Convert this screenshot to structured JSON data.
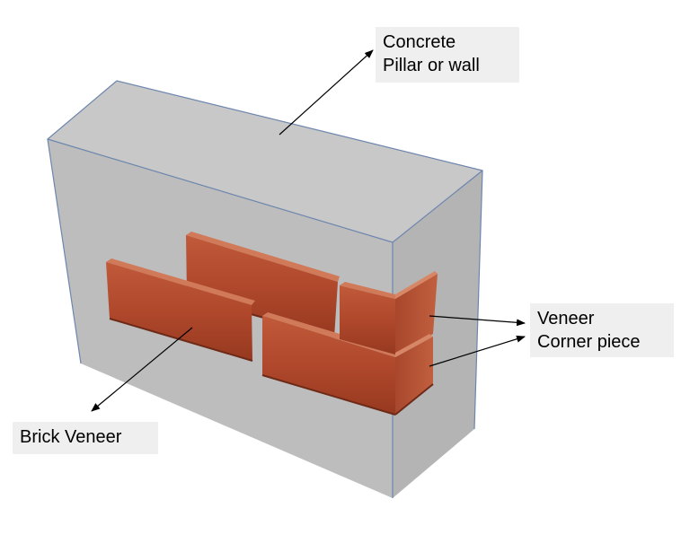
{
  "labels": {
    "concrete": {
      "line1": "Concrete",
      "line2": "Pillar or wall"
    },
    "corner": {
      "line1": "Veneer",
      "line2": "Corner piece"
    },
    "brick": {
      "line1": "Brick Veneer"
    }
  },
  "colors": {
    "wall_front": "#bdbdbd",
    "wall_top": "#c8c8c8",
    "wall_side": "#b4b4b4",
    "wall_edge": "#6d86ad",
    "brick": "#b0482c",
    "brick_dark": "#8a3520",
    "label_bg": "#efefef"
  }
}
